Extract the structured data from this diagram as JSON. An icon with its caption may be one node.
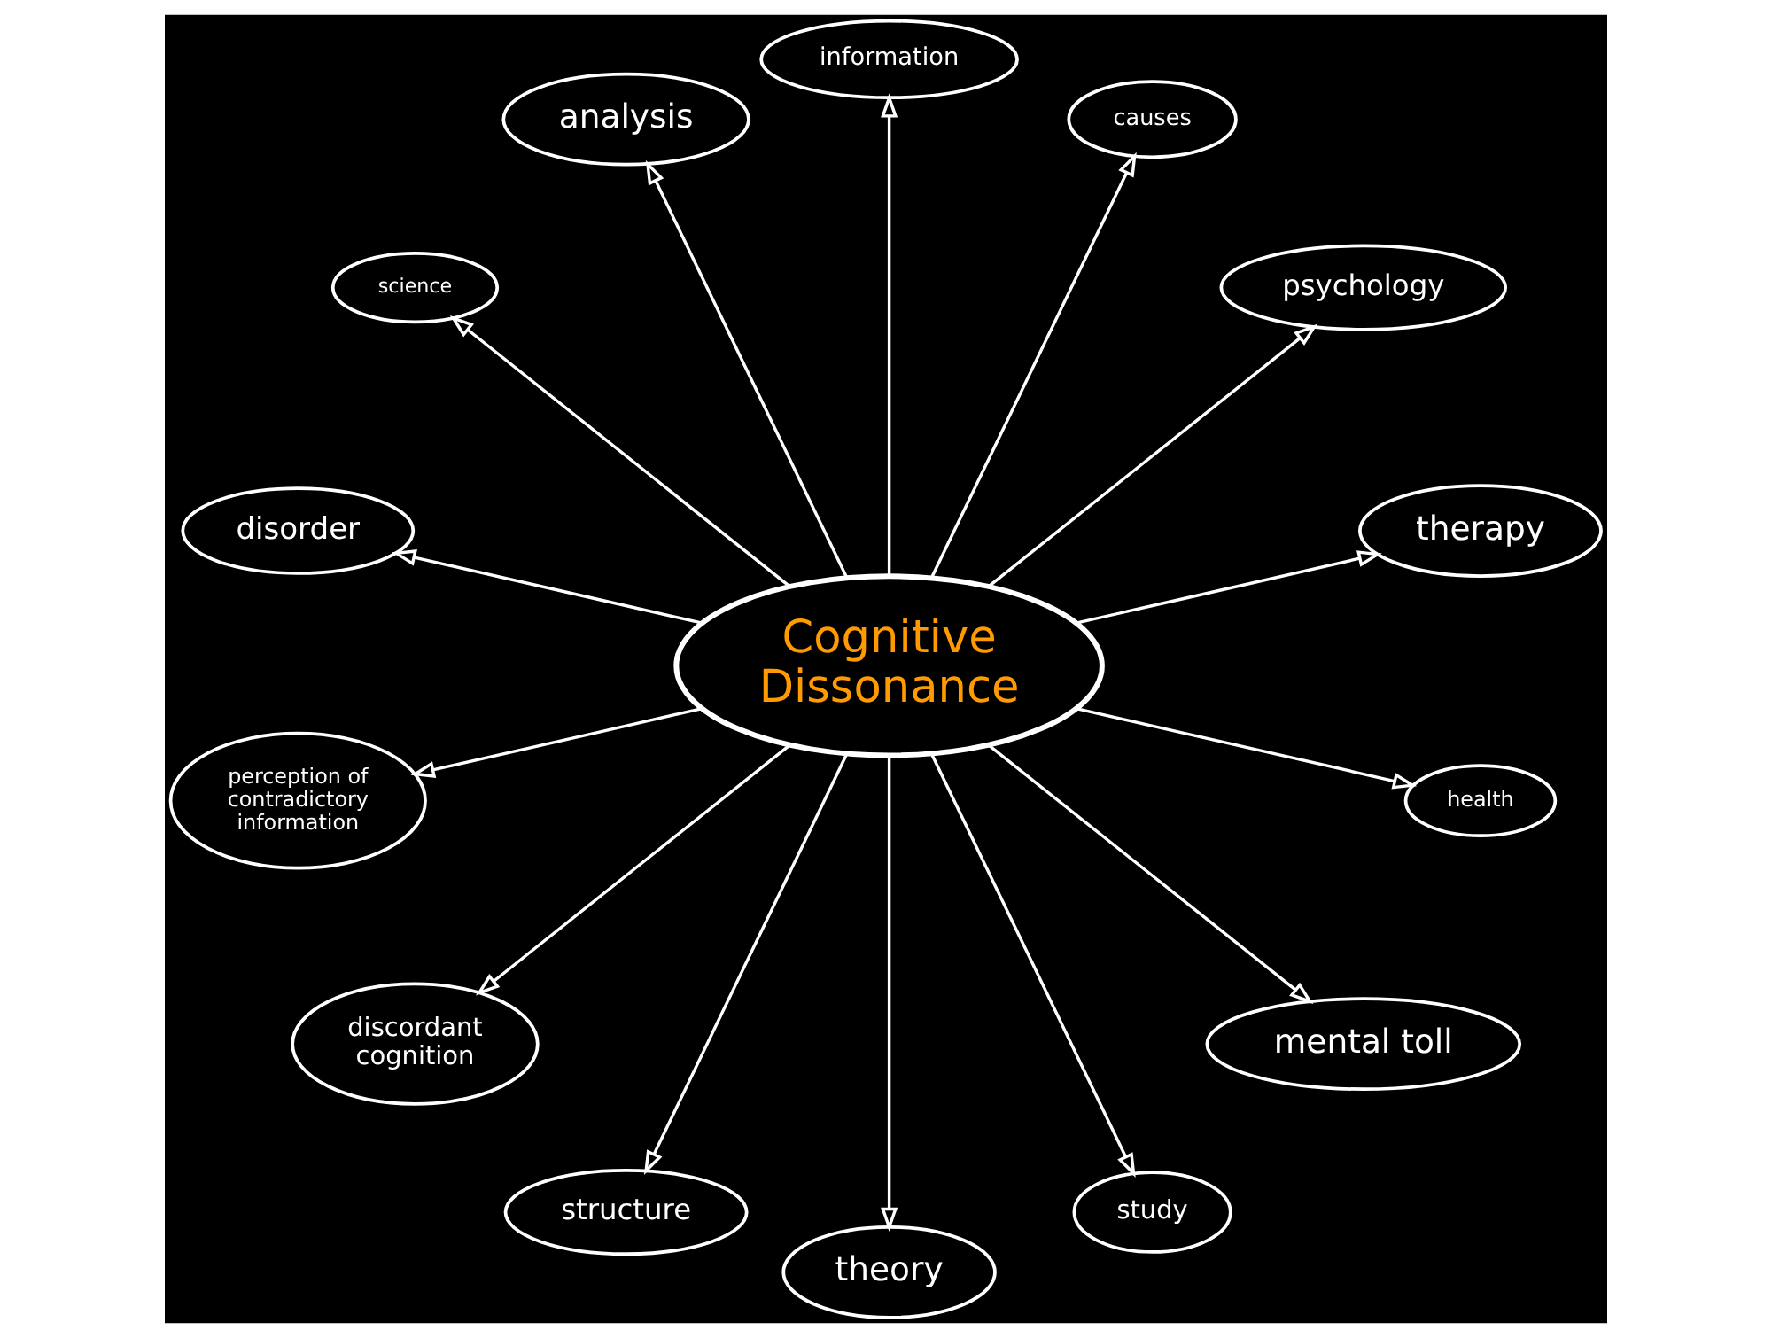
{
  "diagram": {
    "nodes": [
      {
        "text": [
          "Cognitive Dissonance"
        ]
      },
      {
        "text": [
          "science"
        ]
      },
      {
        "text": [
          "analysis"
        ]
      },
      {
        "text": [
          "information"
        ]
      },
      {
        "text": [
          "causes"
        ]
      },
      {
        "text": [
          "psychology"
        ]
      },
      {
        "text": [
          "disorder"
        ]
      },
      {
        "text": [
          "therapy"
        ]
      },
      {
        "text": [
          "perception of contradictory information"
        ]
      },
      {
        "text": [
          "health"
        ]
      },
      {
        "text": [
          "discordant cognition"
        ]
      },
      {
        "text": [
          "structure"
        ]
      },
      {
        "text": [
          "study"
        ]
      },
      {
        "text": [
          "mental toll"
        ]
      },
      {
        "text": [
          "theory"
        ]
      }
    ],
    "edges": [
      {
        "from": 0,
        "to": 1,
        "arrow": "to"
      },
      {
        "from": 0,
        "to": 2,
        "arrow": "to"
      },
      {
        "from": 0,
        "to": 3,
        "arrow": "to"
      },
      {
        "from": 0,
        "to": 4,
        "arrow": "to"
      },
      {
        "from": 0,
        "to": 5,
        "arrow": "to"
      },
      {
        "from": 0,
        "to": 6,
        "arrow": "to"
      },
      {
        "from": 0,
        "to": 7,
        "arrow": "to"
      },
      {
        "from": 0,
        "to": 8,
        "arrow": "to"
      },
      {
        "from": 0,
        "to": 9,
        "arrow": "to"
      },
      {
        "from": 0,
        "to": 10,
        "arrow": "to"
      },
      {
        "from": 0,
        "to": 11,
        "arrow": "to"
      },
      {
        "from": 0,
        "to": 12,
        "arrow": "to"
      },
      {
        "from": 0,
        "to": 13,
        "arrow": "to"
      },
      {
        "from": 0,
        "to": 14,
        "arrow": "to"
      }
    ]
  }
}
